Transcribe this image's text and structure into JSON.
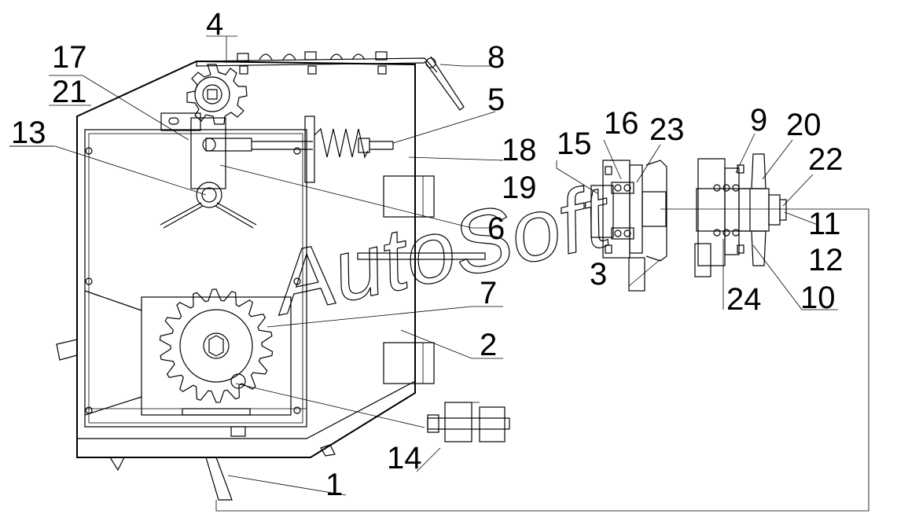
{
  "watermark": "AutoSoft",
  "callouts": [
    "1",
    "2",
    "3",
    "4",
    "5",
    "6",
    "7",
    "8",
    "9",
    "10",
    "11",
    "12",
    "13",
    "14",
    "15",
    "16",
    "17",
    "18",
    "19",
    "20",
    "21",
    "22",
    "23",
    "24"
  ]
}
